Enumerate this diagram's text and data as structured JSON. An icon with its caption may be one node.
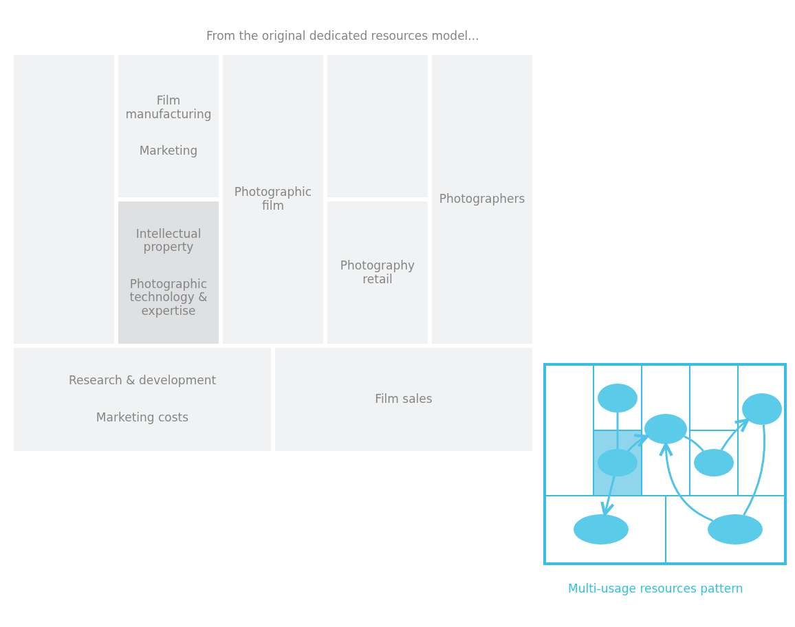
{
  "diagram": {
    "nodes": [
      {
        "text": [],
        "shape": "box"
      },
      {
        "text": [
          "Film manufacturing",
          "Marketing"
        ]
      },
      {
        "text": [
          "Intellectual property",
          "Photographic technology & expertise"
        ]
      },
      {
        "text": [
          "Photographic film"
        ]
      },
      {
        "text": [],
        "shape": "box"
      },
      {
        "text": [
          "Photography retail"
        ]
      },
      {
        "text": [
          "Photographers"
        ]
      },
      {
        "text": [
          "Research & development",
          "Marketing costs"
        ]
      },
      {
        "text": [
          "Film sales"
        ]
      },
      {
        "text": [],
        "shape": "box"
      },
      {
        "text": [],
        "shape": "box",
        "in": 9
      },
      {
        "text": [],
        "shape": "box",
        "in": 9
      },
      {
        "text": [],
        "shape": "box",
        "in": 9
      },
      {
        "text": [],
        "shape": "box",
        "in": 9
      },
      {
        "text": [],
        "shape": "box",
        "in": 9
      },
      {
        "text": [],
        "shape": "box",
        "in": 9
      },
      {
        "text": [],
        "shape": "box",
        "in": 9
      },
      {
        "text": [],
        "shape": "box",
        "in": 9
      },
      {
        "text": [],
        "shape": "box",
        "in": 9
      },
      {
        "text": [],
        "shape": "ellipse",
        "in": 11
      },
      {
        "text": [],
        "shape": "ellipse",
        "in": 12
      },
      {
        "text": [],
        "shape": "ellipse",
        "in": 13
      },
      {
        "text": [],
        "shape": "ellipse",
        "in": 15
      },
      {
        "text": [],
        "shape": "ellipse",
        "in": 16
      },
      {
        "text": [],
        "shape": "ellipse",
        "in": 17
      },
      {
        "text": [],
        "shape": "ellipse",
        "in": 18
      }
    ],
    "edges": [
      {
        "from": 19,
        "to": 20,
        "arrow": "none"
      },
      {
        "from": 20,
        "to": 24,
        "arrow": "to"
      },
      {
        "from": 20,
        "to": 21,
        "arrow": "to"
      },
      {
        "from": 21,
        "to": 22,
        "arrow": "none"
      },
      {
        "from": 22,
        "to": 23,
        "arrow": "to"
      },
      {
        "from": 25,
        "to": 21,
        "arrow": "to"
      },
      {
        "from": 23,
        "to": 25,
        "arrow": "none"
      }
    ],
    "labels": [
      "From the original dedicated resources model...",
      "Multi-usage resources pattern"
    ]
  }
}
